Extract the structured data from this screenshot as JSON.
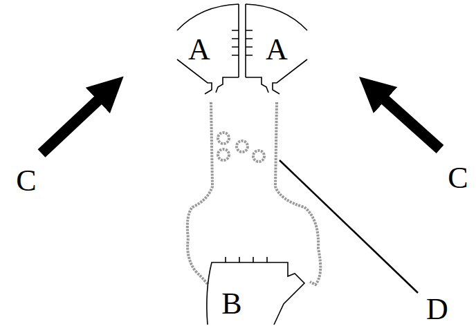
{
  "diagram": {
    "labels": [
      "A",
      "A",
      "C",
      "C",
      "B",
      "D"
    ]
  }
}
